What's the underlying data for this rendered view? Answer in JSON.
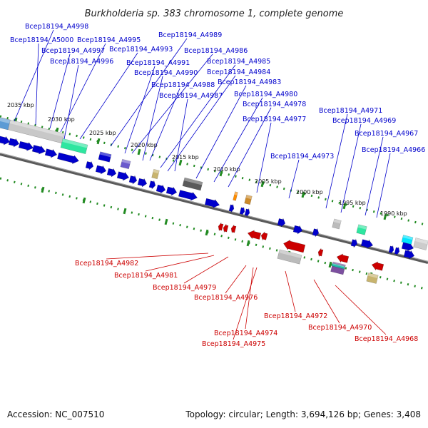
{
  "title": "Burkholderia sp. 383 chromosome 1, complete genome",
  "footer": {
    "accession": "Accession: NC_007510",
    "summary": "Topology: circular; Length: 3,694,126 bp; Genes: 3,408"
  },
  "colors": {
    "forward_strand": "#0000cc",
    "reverse_strand": "#cc0000",
    "backbone": "#777777",
    "tick": "#228b22"
  },
  "scale_kbp": [
    "2035 kbp",
    "2030 kbp",
    "2025 kbp",
    "2020 kbp",
    "2015 kbp",
    "2010 kbp",
    "2005 kbp",
    "2000 kbp",
    "1995 kbp",
    "1990 kbp"
  ],
  "forward_labels": [
    "Bcep18194_A4998",
    "Bcep18194_A5000",
    "Bcep18194_A4995",
    "Bcep18194_A4997",
    "Bcep18194_A4993",
    "Bcep18194_A4996",
    "Bcep18194_A4989",
    "Bcep18194_A4986",
    "Bcep18194_A4991",
    "Bcep18194_A4990",
    "Bcep18194_A4985",
    "Bcep18194_A4984",
    "Bcep18194_A4988",
    "Bcep18194_A4983",
    "Bcep18194_A4987",
    "Bcep18194_A4980",
    "Bcep18194_A4978",
    "Bcep18194_A4977",
    "Bcep18194_A4971",
    "Bcep18194_A4969",
    "Bcep18194_A4967",
    "Bcep18194_A4966",
    "Bcep18194_A4973"
  ],
  "reverse_labels": [
    "Bcep18194_A4982",
    "Bcep18194_A4981",
    "Bcep18194_A4979",
    "Bcep18194_A4976",
    "Bcep18194_A4972",
    "Bcep18194_A4970",
    "Bcep18194_A4974",
    "Bcep18194_A4975",
    "Bcep18194_A4968"
  ]
}
